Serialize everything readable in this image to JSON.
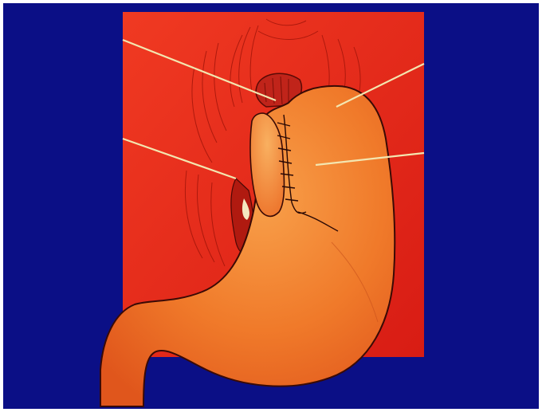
{
  "slide": {
    "background_color": "#0b0f86",
    "panel_color": "#e8251a",
    "stomach_color": "#f07a2a",
    "stomach_highlight": "#f7a050",
    "outline_color": "#3a0a05",
    "leader_line_color": "#f3e6b0",
    "icons": [
      "stomach-illustration",
      "fundoplication-suture",
      "esophagus",
      "diaphragm-crura"
    ]
  }
}
